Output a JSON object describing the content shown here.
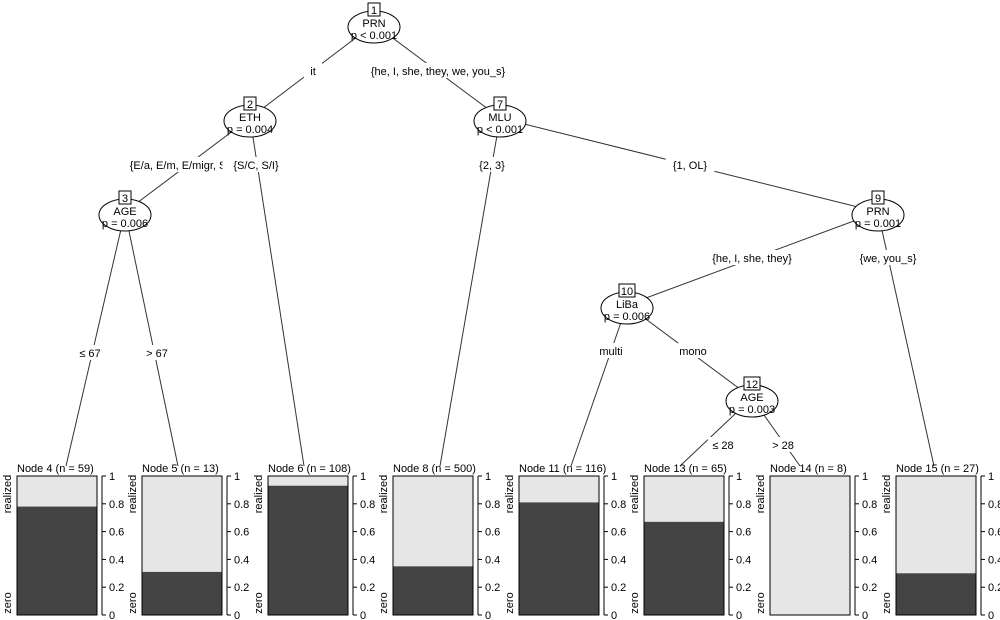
{
  "inner_nodes": [
    {
      "id": "1",
      "var": "PRN",
      "p": "p < 0.001"
    },
    {
      "id": "2",
      "var": "ETH",
      "p": "p = 0.004"
    },
    {
      "id": "3",
      "var": "AGE",
      "p": "p = 0.006"
    },
    {
      "id": "7",
      "var": "MLU",
      "p": "p < 0.001"
    },
    {
      "id": "9",
      "var": "PRN",
      "p": "p = 0.001"
    },
    {
      "id": "10",
      "var": "LiBa",
      "p": "p = 0.006"
    },
    {
      "id": "12",
      "var": "AGE",
      "p": "p = 0.003"
    }
  ],
  "edge_labels": [
    {
      "id": "e1-2",
      "text": "it"
    },
    {
      "id": "e1-7",
      "text": "{he, I, she, they, we, you_s}"
    },
    {
      "id": "e2-3",
      "text": "{E/a, E/m, E/migr, S/m}"
    },
    {
      "id": "e2-6",
      "text": "{S/C, S/I}"
    },
    {
      "id": "e3-4",
      "text": "≤ 67"
    },
    {
      "id": "e3-5",
      "text": "> 67"
    },
    {
      "id": "e7-8",
      "text": "{2, 3}"
    },
    {
      "id": "e7-9",
      "text": "{1, OL}"
    },
    {
      "id": "e9-10",
      "text": "{he, I, she, they}"
    },
    {
      "id": "e9-15",
      "text": "{we, you_s}"
    },
    {
      "id": "e10-11",
      "text": "multi"
    },
    {
      "id": "e10-12",
      "text": "mono"
    },
    {
      "id": "e12-13",
      "text": "≤ 28"
    },
    {
      "id": "e12-14",
      "text": "> 28"
    }
  ],
  "terminal_nodes": [
    {
      "title": "Node 4 (n = 59)",
      "zero_share": 0.78
    },
    {
      "title": "Node 5 (n = 13)",
      "zero_share": 0.31
    },
    {
      "title": "Node 6 (n = 108)",
      "zero_share": 0.93
    },
    {
      "title": "Node 8 (n = 500)",
      "zero_share": 0.35
    },
    {
      "title": "Node 11 (n = 116)",
      "zero_share": 0.81
    },
    {
      "title": "Node 13 (n = 65)",
      "zero_share": 0.67
    },
    {
      "title": "Node 14 (n = 8)",
      "zero_share": 0.0
    },
    {
      "title": "Node 15 (n = 27)",
      "zero_share": 0.3
    }
  ],
  "bar_labels": {
    "top": "realized",
    "bottom": "zero"
  },
  "axis_ticks": [
    "0",
    "0.2",
    "0.4",
    "0.6",
    "0.8",
    "1"
  ],
  "colors": {
    "zero": "#444444",
    "realized": "#e6e6e6",
    "line": "#000000"
  }
}
